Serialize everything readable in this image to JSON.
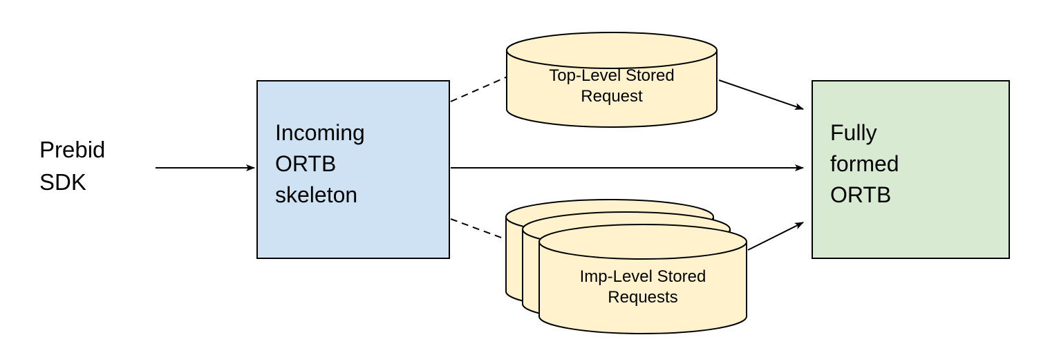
{
  "canvas": {
    "width": "1532",
    "height": "514",
    "background": "#ffffff"
  },
  "colors": {
    "box_blue": "#cfe2f3",
    "box_green": "#d9ead3",
    "cylinder_yellow": "#fff2cc",
    "stroke": "#000000"
  },
  "nodes": {
    "prebid_sdk": {
      "type": "label",
      "lines": [
        "Prebid",
        "SDK"
      ]
    },
    "incoming_ortb": {
      "type": "box",
      "lines": [
        "Incoming",
        "ORTB",
        "skeleton"
      ]
    },
    "top_level_stored": {
      "type": "cylinder",
      "lines": [
        "Top-Level Stored",
        "Request"
      ]
    },
    "imp_level_stored": {
      "type": "cylinder-stack",
      "count": "3",
      "lines": [
        "Imp-Level Stored",
        "Requests"
      ]
    },
    "fully_formed": {
      "type": "box",
      "lines": [
        "Fully",
        "formed",
        "ORTB"
      ]
    }
  },
  "edges": [
    {
      "from": "prebid_sdk",
      "to": "incoming_ortb",
      "style": "solid-arrow"
    },
    {
      "from": "incoming_ortb",
      "to": "top_level_stored",
      "style": "dashed"
    },
    {
      "from": "incoming_ortb",
      "to": "fully_formed",
      "style": "solid-arrow"
    },
    {
      "from": "incoming_ortb",
      "to": "imp_level_stored",
      "style": "dashed"
    },
    {
      "from": "top_level_stored",
      "to": "fully_formed",
      "style": "solid-arrow"
    },
    {
      "from": "imp_level_stored",
      "to": "fully_formed",
      "style": "solid-arrow"
    }
  ]
}
